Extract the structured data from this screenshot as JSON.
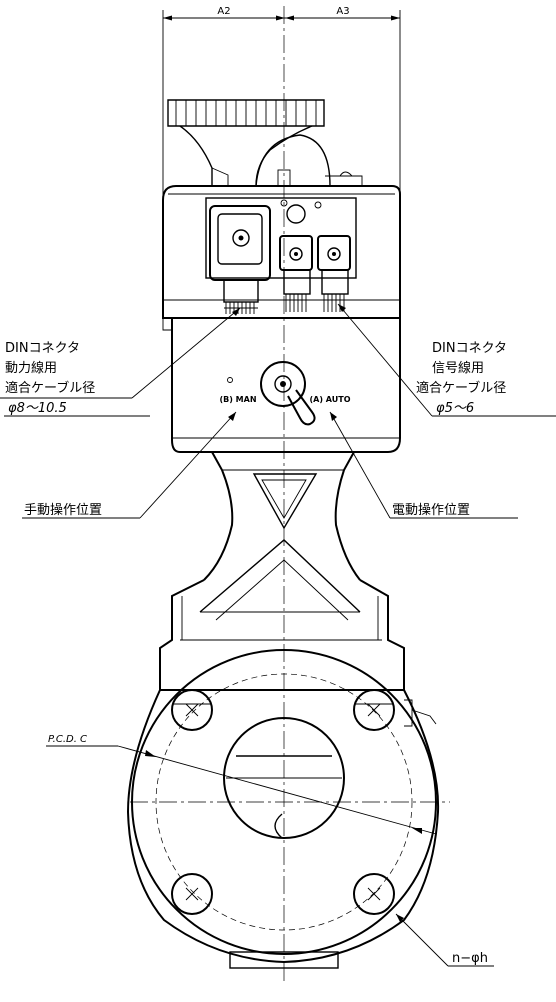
{
  "dimensions": {
    "a2": "A2",
    "a3": "A3"
  },
  "left_connector": {
    "line1": "DINコネクタ",
    "line2": "動力線用",
    "line3": "適合ケーブル径",
    "spec": "φ8〜10.5"
  },
  "right_connector": {
    "line1": "DINコネクタ",
    "line2": "信号線用",
    "line3": "適合ケーブル径",
    "spec": "φ5〜6"
  },
  "switch": {
    "man": "(B) MAN",
    "auto": "(A) AUTO"
  },
  "manual_position": "手動操作位置",
  "electric_position": "電動操作位置",
  "pcd": "P.C.D. C",
  "bolt_holes": "n−φh"
}
